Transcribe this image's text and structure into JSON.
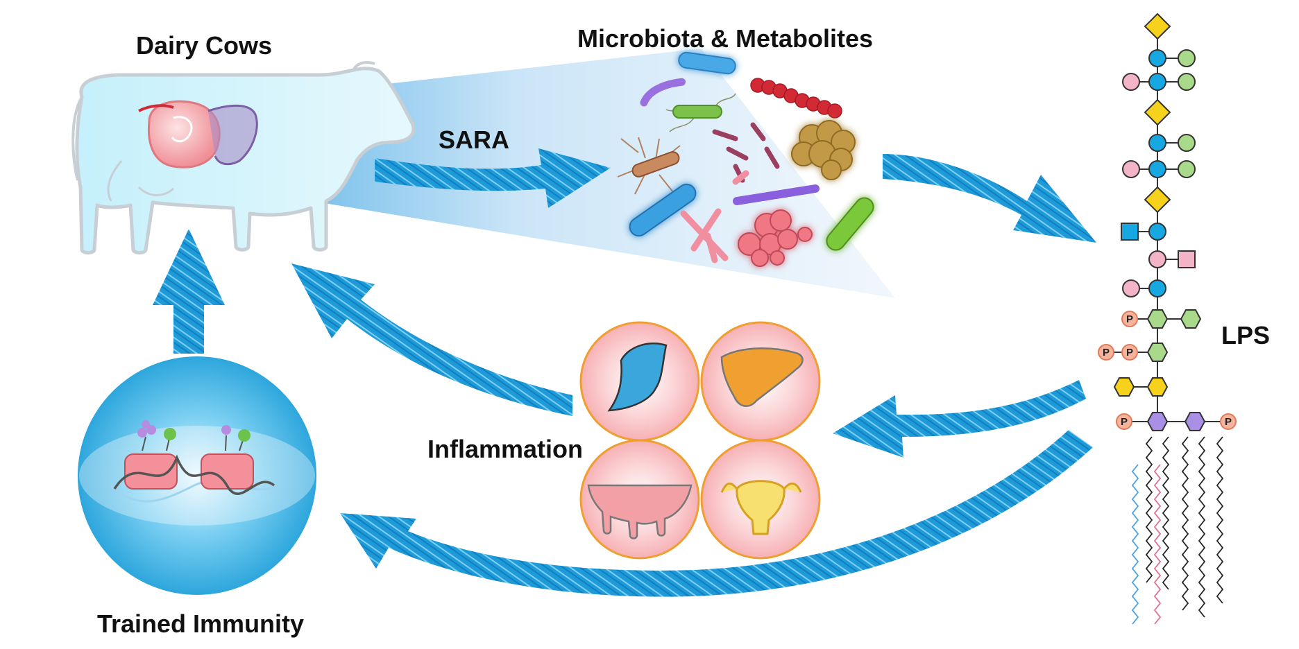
{
  "labels": {
    "dairy_cows": "Dairy Cows",
    "microbiota": "Microbiota & Metabolites",
    "sara": "SARA",
    "lps": "LPS",
    "inflammation": "Inflammation",
    "trained_immunity": "Trained Immunity",
    "phosphate": "P"
  },
  "colors": {
    "arrow_blue": "#1f9ad8",
    "cow_body": "#d6f4fb",
    "cow_outline": "#c8cfd4",
    "rumen_pink": "#f3a4aa",
    "organ_ring": "#ef9f30",
    "cell_blue": "#2aa8e0",
    "sugar_yellow": "#f7d21c",
    "sugar_blue": "#17a7e1",
    "sugar_green": "#a9d98a",
    "sugar_pink": "#f4b4c8",
    "lipid_a_purple": "#a98fe6",
    "phosphate_pink": "#f6b39c"
  },
  "icons": {
    "organs": [
      "mammary-gland-icon",
      "liver-icon",
      "udder-icon",
      "uterus-icon"
    ],
    "microbes": [
      "rod-bacteria-icon",
      "flagellated-bacteria-icon",
      "streptococcus-chain-icon",
      "cocci-cluster-icon"
    ],
    "cell": "chromatin-nucleosome-icon"
  }
}
